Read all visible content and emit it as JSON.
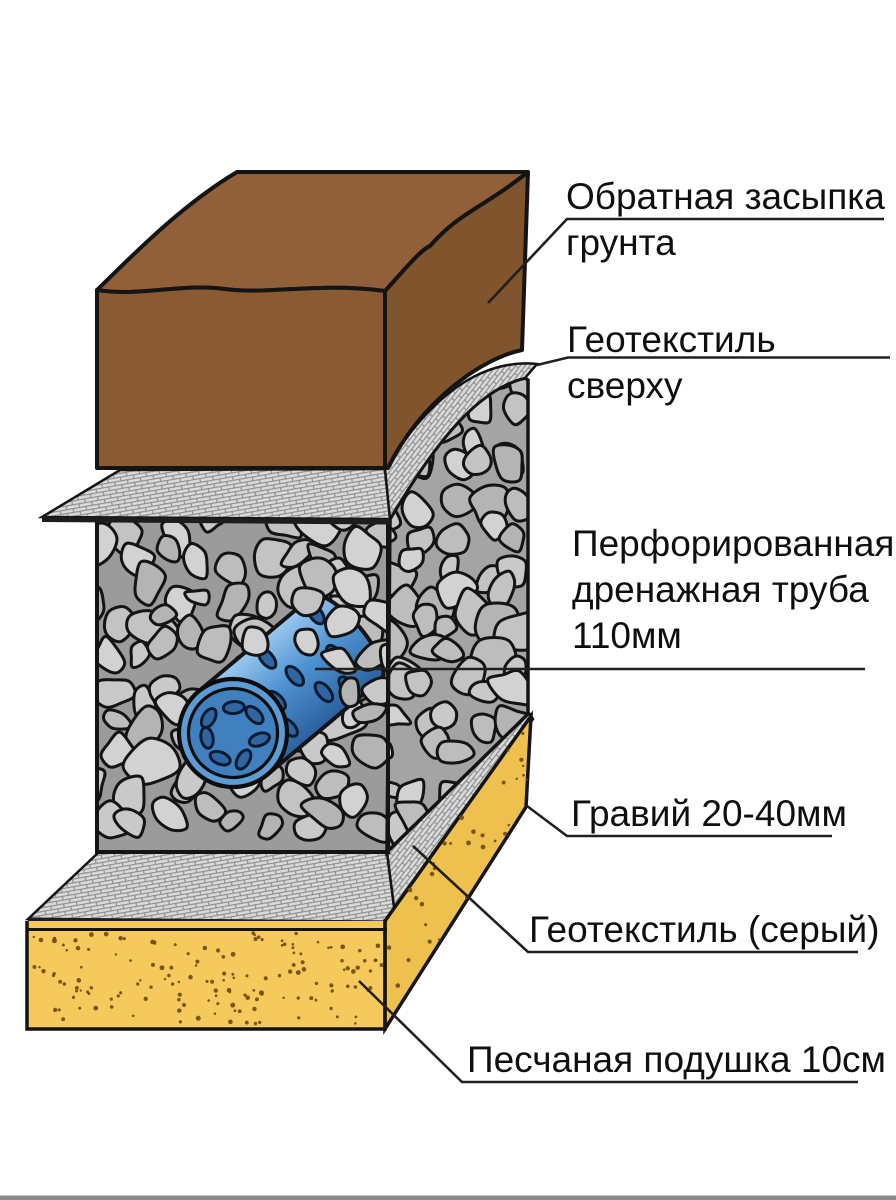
{
  "figure": {
    "kind": "construction-diagram",
    "language": "ru"
  },
  "labels": [
    {
      "id": "backfill",
      "text": "Обратная засыпка\nгрунта"
    },
    {
      "id": "geotextile-top",
      "text": "Геотекстиль сверху"
    },
    {
      "id": "drain-pipe",
      "text": "Перфорированная\nдренажная труба\n110мм"
    },
    {
      "id": "gravel",
      "text": "Гравий 20-40мм"
    },
    {
      "id": "geotextile-gray",
      "text": "Геотекстиль (серый)"
    },
    {
      "id": "sand-cushion",
      "text": "Песчаная подушка 10см"
    }
  ],
  "colors": {
    "background": "#ffffff",
    "soil_front": "#8a5a33",
    "soil_top": "#916038",
    "soil_right": "#80542c",
    "gravel_bg": "#9b9b9b",
    "gravel_bg_right": "#a4a4a4",
    "stone_fills": [
      "#c9c9c9",
      "#bdbdbd",
      "#d2d2d2",
      "#b4b4b4",
      "#c3c3c3"
    ],
    "stone_stroke": "#141414",
    "mesh_base": "#dadada",
    "mesh_line": "#8f8f8f",
    "mesh_edge": "#1d1d1d",
    "sand_front": "#f5c95c",
    "sand_right": "#eec04e",
    "sand_dot": "#6b4a14",
    "pipe_light": "#9ccaef",
    "pipe_mid": "#4f93d2",
    "pipe_dark": "#2a5f9e",
    "pipe_face": "#5d9bd4",
    "pipe_inner": "#4080bf",
    "pipe_hole": "#2f66a2",
    "pipe_hole_stroke": "#0c1c30",
    "outline": "#141414",
    "leader": "#202020",
    "label_text": "#0f0f0f",
    "bottom_strip": "#8a8a8a"
  }
}
